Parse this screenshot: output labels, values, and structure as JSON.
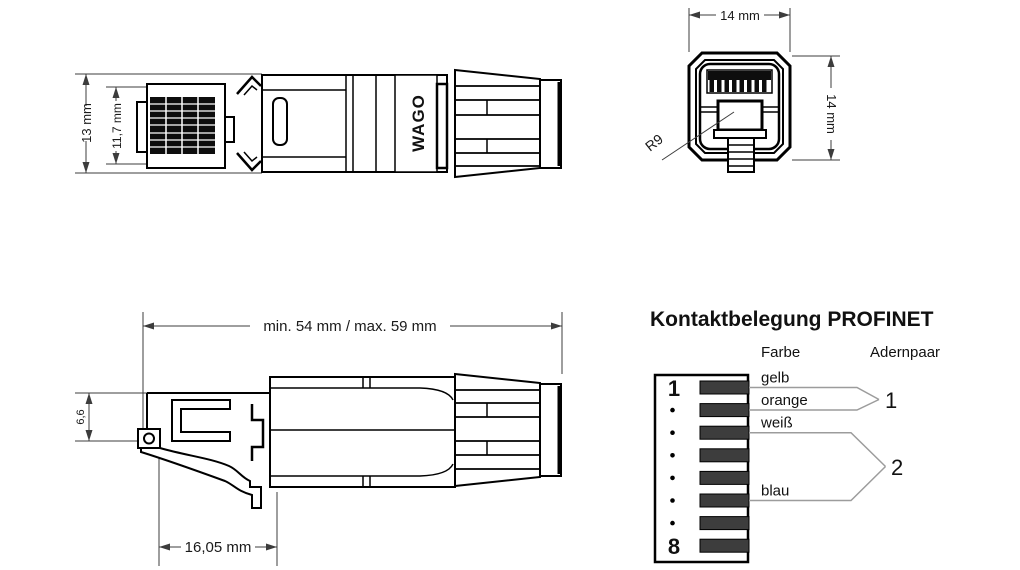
{
  "page": {
    "background": "#ffffff"
  },
  "drawing": {
    "line_color": "#000000",
    "dim_color": "#3c3c3c",
    "side_view_top": {
      "brand_label": "WAGO",
      "dim_outer_height": "13 mm",
      "dim_inner_height": "11,7 mm"
    },
    "front_view": {
      "dim_width": "14 mm",
      "dim_height": "14 mm",
      "radius_callout": "R9"
    },
    "side_view_bottom": {
      "dim_length": "min. 54 mm / max. 59 mm",
      "dim_latch_drop": "6,6",
      "dim_latch_length": "16,05 mm"
    }
  },
  "pinout": {
    "title": "Kontaktbelegung PROFINET",
    "columns": {
      "color": "Farbe",
      "pair": "Adernpaar"
    },
    "pin_first": "1",
    "pin_last": "8",
    "pin_count": 8,
    "contact_fill": "#3d3d3d",
    "pair_line_color": "#9c9c9c",
    "wire_labels": [
      {
        "pin": 1,
        "color": "gelb"
      },
      {
        "pin": 2,
        "color": "orange"
      },
      {
        "pin": 3,
        "color": "weiß"
      },
      {
        "pin": 6,
        "color": "blau"
      }
    ],
    "pairs": [
      {
        "label": "1",
        "pins": [
          1,
          2
        ]
      },
      {
        "label": "2",
        "pins": [
          3,
          6
        ]
      }
    ]
  }
}
